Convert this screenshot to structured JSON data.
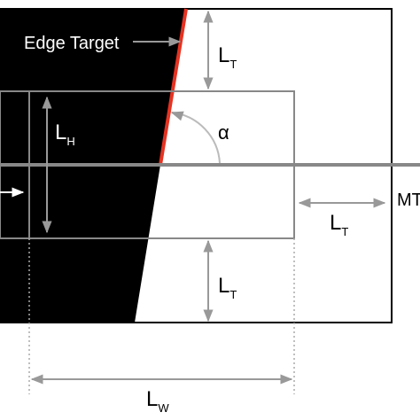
{
  "labels": {
    "edge_target": "Edge Target",
    "alpha": "α",
    "mt": "MT",
    "lt_top": {
      "main": "L",
      "sub": "T"
    },
    "lt_right": {
      "main": "L",
      "sub": "T"
    },
    "lt_bottom": {
      "main": "L",
      "sub": "T"
    },
    "lh": {
      "main": "L",
      "sub": "H"
    },
    "lw": {
      "main": "L",
      "sub": "W"
    }
  },
  "colors": {
    "background": "#ffffff",
    "edge_region": "#000000",
    "edge_target": "#e53322",
    "frame": "#000000",
    "window": "#888888",
    "axis": "#888888",
    "arrow": "#999999",
    "dotted": "#aaaaaa",
    "text": "#000000",
    "white_text": "#ffffff"
  }
}
